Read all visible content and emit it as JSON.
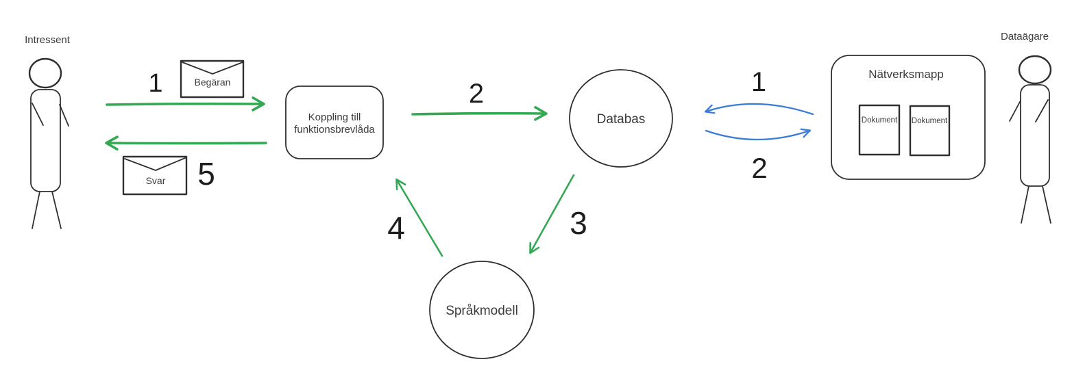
{
  "page": {
    "background": "#ffffff"
  },
  "colors": {
    "shape_stroke": "#2f2f2f",
    "green_arrow": "#34a853",
    "blue_arrow": "#3b7cd6",
    "label_text": "#3c3c3c",
    "number_text": "#1e1e1e"
  },
  "actors": {
    "intressent": {
      "label": "Intressent"
    },
    "dataagare": {
      "label": "Dataägare"
    }
  },
  "nodes": {
    "koppling": {
      "label": "Koppling till funktionsbrevlåda",
      "lines": [
        "Koppling till",
        "funktionsbrevlåda"
      ]
    },
    "databas": {
      "label": "Databas"
    },
    "sprakmodell": {
      "label": "Språkmodell"
    },
    "natverksmapp": {
      "label": "Nätverksmapp",
      "documents": [
        {
          "label": "Dokument"
        },
        {
          "label": "Dokument"
        }
      ]
    }
  },
  "envelopes": {
    "begaran": {
      "label": "Begäran"
    },
    "svar": {
      "label": "Svar"
    }
  },
  "flow_labels": {
    "green": {
      "step1": "1",
      "step2": "2",
      "step3": "3",
      "step4": "4",
      "step5": "5"
    },
    "blue": {
      "step1": "1",
      "step2": "2"
    }
  }
}
